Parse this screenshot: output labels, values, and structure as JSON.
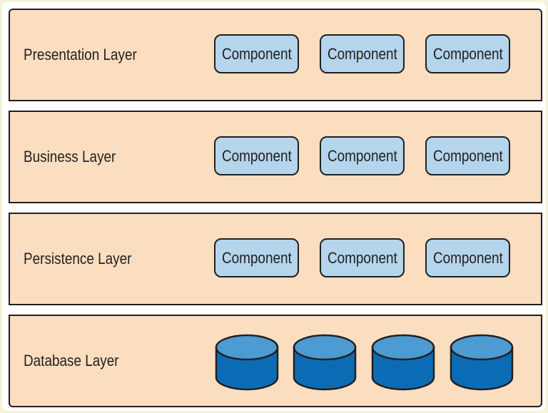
{
  "layers": [
    {
      "label": "Presentation Layer",
      "components": [
        "Component",
        "Component",
        "Component"
      ]
    },
    {
      "label": "Business Layer",
      "components": [
        "Component",
        "Component",
        "Component"
      ]
    },
    {
      "label": "Persistence Layer",
      "components": [
        "Component",
        "Component",
        "Component"
      ]
    },
    {
      "label": "Database Layer",
      "databases": [
        "database-icon",
        "database-icon",
        "database-icon",
        "database-icon"
      ]
    }
  ],
  "colors": {
    "layer_fill": "#fbdec0",
    "component_fill": "#b4d5ec",
    "outline": "#231f20",
    "database_body": "#0b6cb5",
    "database_top": "#4c9bd2",
    "background": "#f4f3d8"
  }
}
